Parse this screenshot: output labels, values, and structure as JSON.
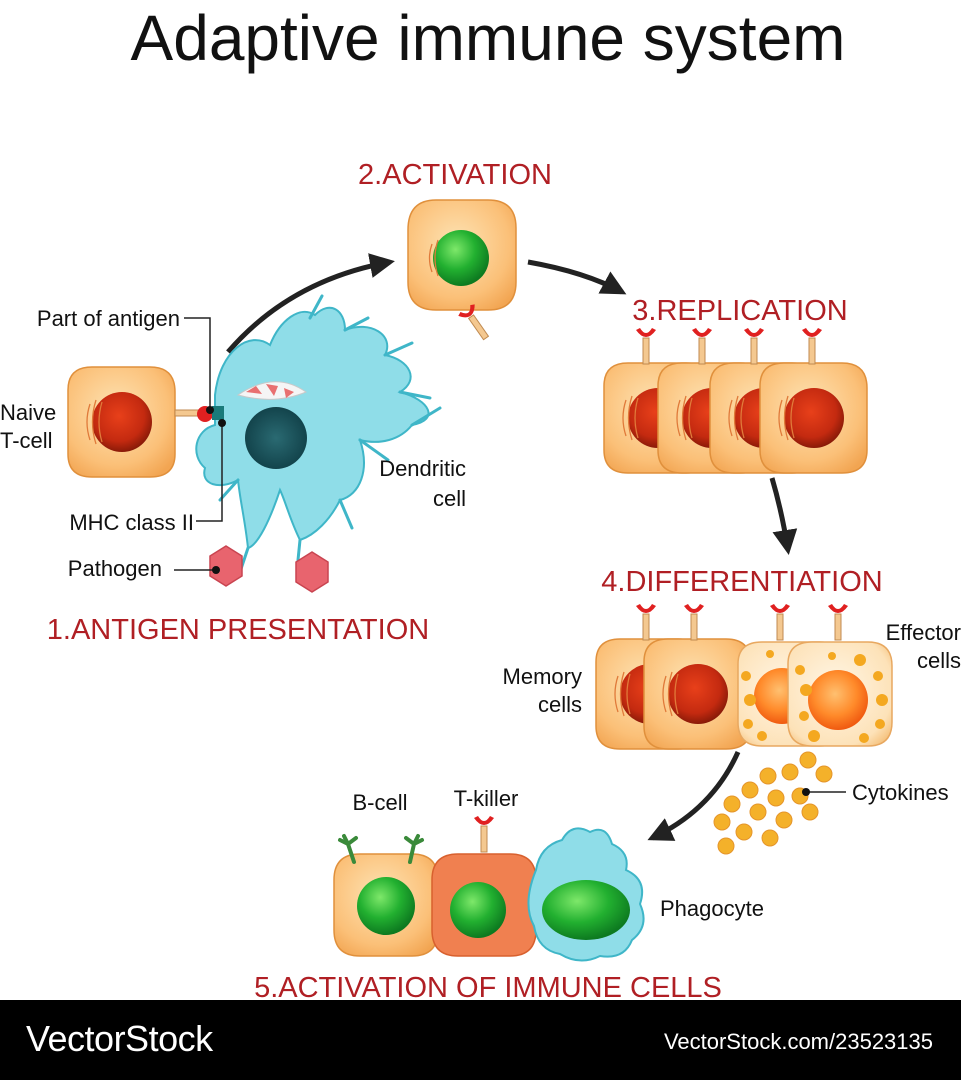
{
  "title": "Adaptive immune system",
  "steps": {
    "s1": "1.ANTIGEN PRESENTATION",
    "s2": "2.ACTIVATION",
    "s3": "3.REPLICATION",
    "s4": "4.DIFFERENTIATION",
    "s5": "5.ACTIVATION OF IMMUNE CELLS"
  },
  "labels": {
    "part_of_antigen": "Part of antigen",
    "naive_line1": "Naive",
    "naive_line2": "T-cell",
    "mhc": "MHC class II",
    "pathogen": "Pathogen",
    "dendritic_line1": "Dendritic",
    "dendritic_line2": "cell",
    "memory_line1": "Memory",
    "memory_line2": "cells",
    "effector_line1": "Effector",
    "effector_line2": "cells",
    "cytokines": "Cytokines",
    "b_cell": "B-cell",
    "t_killer": "T-killer",
    "phagocyte": "Phagocyte"
  },
  "footer": {
    "brand": "VectorStock",
    "id": "VectorStock.com/23523135"
  },
  "colors": {
    "step_text": "#b01f24",
    "cell_body": "#fbc078",
    "nucleus_red": "#c42a10",
    "nucleus_green": "#1fa83a",
    "dendritic": "#8fdde8",
    "killer_body": "#f08050",
    "cytokine": "#f4b12a",
    "pathogen": "#e8646e"
  }
}
